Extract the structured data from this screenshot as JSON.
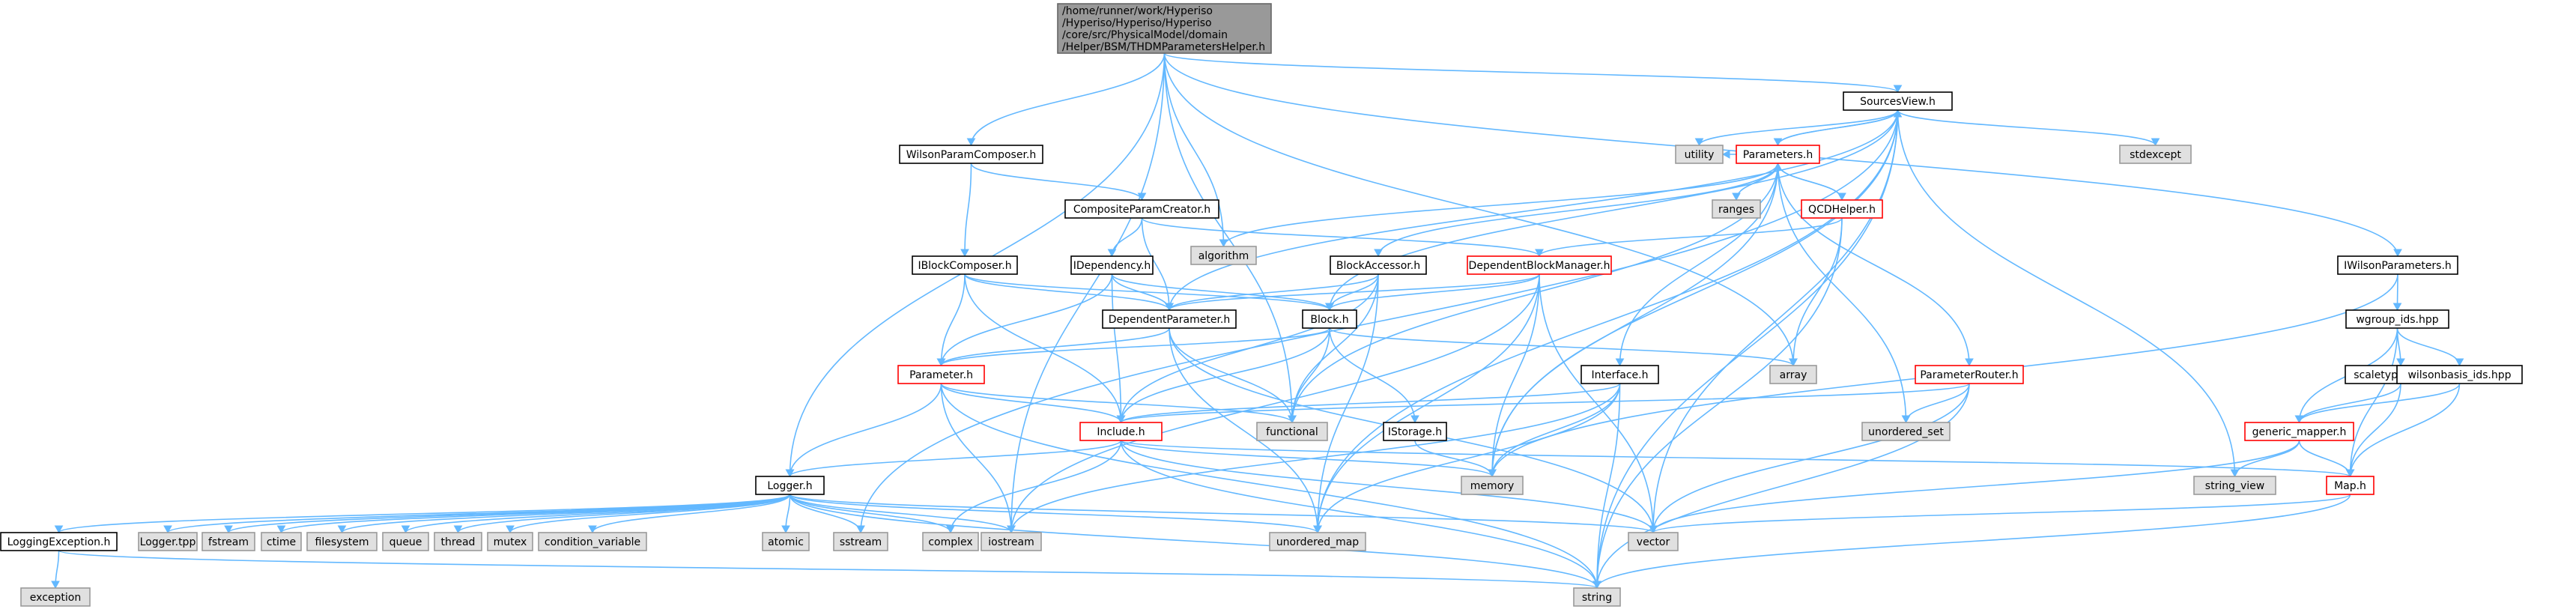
{
  "colors": {
    "edge": "#63b8ff",
    "normal_fill": "#ffffff",
    "normal_stroke": "#000000",
    "system_fill": "#e0e0e0",
    "system_stroke": "#999999",
    "linked_stroke": "#ff0000",
    "root_fill": "#999999",
    "root_stroke": "#666666"
  },
  "nodes": [
    {
      "id": "root",
      "kind": "root",
      "lines": [
        "/home/runner/work/Hyperiso",
        "/Hyperiso/Hyperiso/Hyperiso",
        "/core/src/PhysicalModel/domain",
        "/Helper/BSM/THDMParametersHelper.h"
      ]
    },
    {
      "id": "sourcesview",
      "kind": "normal",
      "lines": [
        "SourcesView.h"
      ]
    },
    {
      "id": "utility",
      "kind": "system",
      "lines": [
        "utility"
      ]
    },
    {
      "id": "parameters",
      "kind": "linked",
      "lines": [
        "Parameters.h"
      ]
    },
    {
      "id": "stdexcept",
      "kind": "system",
      "lines": [
        "stdexcept"
      ]
    },
    {
      "id": "wilsonparamcomposer",
      "kind": "normal",
      "lines": [
        "WilsonParamComposer.h"
      ]
    },
    {
      "id": "compositeparamcreator",
      "kind": "normal",
      "lines": [
        "CompositeParamCreator.h"
      ]
    },
    {
      "id": "algorithm",
      "kind": "system",
      "lines": [
        "algorithm"
      ]
    },
    {
      "id": "ranges",
      "kind": "system",
      "lines": [
        "ranges"
      ]
    },
    {
      "id": "qcdhelper",
      "kind": "linked",
      "lines": [
        "QCDHelper.h"
      ]
    },
    {
      "id": "iblockcomposer",
      "kind": "normal",
      "lines": [
        "IBlockComposer.h"
      ]
    },
    {
      "id": "idependency",
      "kind": "normal",
      "lines": [
        "IDependency.h"
      ]
    },
    {
      "id": "blockaccessor",
      "kind": "normal",
      "lines": [
        "BlockAccessor.h"
      ]
    },
    {
      "id": "dependentblockmanager",
      "kind": "linked",
      "lines": [
        "DependentBlockManager.h"
      ]
    },
    {
      "id": "iwilsonparameters",
      "kind": "normal",
      "lines": [
        "IWilsonParameters.h"
      ]
    },
    {
      "id": "dependentparameter",
      "kind": "normal",
      "lines": [
        "DependentParameter.h"
      ]
    },
    {
      "id": "block",
      "kind": "normal",
      "lines": [
        "Block.h"
      ]
    },
    {
      "id": "wgroup",
      "kind": "normal",
      "lines": [
        "wgroup_ids.hpp"
      ]
    },
    {
      "id": "array",
      "kind": "system",
      "lines": [
        "array"
      ]
    },
    {
      "id": "parameter",
      "kind": "linked",
      "lines": [
        "Parameter.h"
      ]
    },
    {
      "id": "interface",
      "kind": "normal",
      "lines": [
        "Interface.h"
      ]
    },
    {
      "id": "parameterrouter",
      "kind": "linked",
      "lines": [
        "ParameterRouter.h"
      ]
    },
    {
      "id": "scaletype",
      "kind": "normal",
      "lines": [
        "scaletype_ids.hpp"
      ]
    },
    {
      "id": "wilsonbasis",
      "kind": "normal",
      "lines": [
        "wilsonbasis_ids.hpp"
      ]
    },
    {
      "id": "include",
      "kind": "linked",
      "lines": [
        "Include.h"
      ]
    },
    {
      "id": "functional",
      "kind": "system",
      "lines": [
        "functional"
      ]
    },
    {
      "id": "istorage",
      "kind": "normal",
      "lines": [
        "IStorage.h"
      ]
    },
    {
      "id": "unordered_set",
      "kind": "system",
      "lines": [
        "unordered_set"
      ]
    },
    {
      "id": "generic_mapper",
      "kind": "linked",
      "lines": [
        "generic_mapper.h"
      ]
    },
    {
      "id": "logger",
      "kind": "normal",
      "lines": [
        "Logger.h"
      ]
    },
    {
      "id": "memory",
      "kind": "system",
      "lines": [
        "memory"
      ]
    },
    {
      "id": "string_view",
      "kind": "system",
      "lines": [
        "string_view"
      ]
    },
    {
      "id": "map",
      "kind": "linked",
      "lines": [
        "Map.h"
      ]
    },
    {
      "id": "loggingexception",
      "kind": "normal",
      "lines": [
        "LoggingException.h"
      ]
    },
    {
      "id": "loggertpp",
      "kind": "system",
      "lines": [
        "Logger.tpp"
      ]
    },
    {
      "id": "fstream",
      "kind": "system",
      "lines": [
        "fstream"
      ]
    },
    {
      "id": "ctime",
      "kind": "system",
      "lines": [
        "ctime"
      ]
    },
    {
      "id": "filesystem",
      "kind": "system",
      "lines": [
        "filesystem"
      ]
    },
    {
      "id": "queue",
      "kind": "system",
      "lines": [
        "queue"
      ]
    },
    {
      "id": "thread",
      "kind": "system",
      "lines": [
        "thread"
      ]
    },
    {
      "id": "mutex",
      "kind": "system",
      "lines": [
        "mutex"
      ]
    },
    {
      "id": "condition_variable",
      "kind": "system",
      "lines": [
        "condition_variable"
      ]
    },
    {
      "id": "atomic",
      "kind": "system",
      "lines": [
        "atomic"
      ]
    },
    {
      "id": "sstream",
      "kind": "system",
      "lines": [
        "sstream"
      ]
    },
    {
      "id": "complex",
      "kind": "system",
      "lines": [
        "complex"
      ]
    },
    {
      "id": "iostream",
      "kind": "system",
      "lines": [
        "iostream"
      ]
    },
    {
      "id": "unordered_map",
      "kind": "system",
      "lines": [
        "unordered_map"
      ]
    },
    {
      "id": "vector",
      "kind": "system",
      "lines": [
        "vector"
      ]
    },
    {
      "id": "exception",
      "kind": "system",
      "lines": [
        "exception"
      ]
    },
    {
      "id": "string",
      "kind": "system",
      "lines": [
        "string"
      ]
    }
  ],
  "edges": [
    [
      "root",
      "sourcesview"
    ],
    [
      "root",
      "wilsonparamcomposer"
    ],
    [
      "root",
      "algorithm"
    ],
    [
      "root",
      "iwilsonparameters"
    ],
    [
      "root",
      "logger"
    ],
    [
      "root",
      "iostream"
    ],
    [
      "root",
      "functional"
    ],
    [
      "root",
      "array"
    ],
    [
      "sourcesview",
      "utility"
    ],
    [
      "sourcesview",
      "parameters"
    ],
    [
      "sourcesview",
      "stdexcept"
    ],
    [
      "sourcesview",
      "dependentparameter"
    ],
    [
      "sourcesview",
      "block"
    ],
    [
      "sourcesview",
      "sstream"
    ],
    [
      "sourcesview",
      "string"
    ],
    [
      "sourcesview",
      "vector"
    ],
    [
      "sourcesview",
      "unordered_map"
    ],
    [
      "sourcesview",
      "memory"
    ],
    [
      "sourcesview",
      "string_view"
    ],
    [
      "parameters",
      "sourcesview"
    ],
    [
      "parameters",
      "utility"
    ],
    [
      "parameters",
      "algorithm"
    ],
    [
      "parameters",
      "ranges"
    ],
    [
      "parameters",
      "qcdhelper"
    ],
    [
      "parameters",
      "blockaccessor"
    ],
    [
      "parameters",
      "interface"
    ],
    [
      "parameters",
      "parameterrouter"
    ],
    [
      "parameters",
      "unordered_set"
    ],
    [
      "parameters",
      "memory"
    ],
    [
      "parameters",
      "functional"
    ],
    [
      "qcdhelper",
      "parameters"
    ],
    [
      "qcdhelper",
      "dependentblockmanager"
    ],
    [
      "qcdhelper",
      "array"
    ],
    [
      "qcdhelper",
      "string"
    ],
    [
      "wilsonparamcomposer",
      "compositeparamcreator"
    ],
    [
      "wilsonparamcomposer",
      "iblockcomposer"
    ],
    [
      "compositeparamcreator",
      "idependency"
    ],
    [
      "compositeparamcreator",
      "dependentblockmanager"
    ],
    [
      "compositeparamcreator",
      "dependentparameter"
    ],
    [
      "iblockcomposer",
      "parameter"
    ],
    [
      "iblockcomposer",
      "dependentparameter"
    ],
    [
      "iblockcomposer",
      "block"
    ],
    [
      "iblockcomposer",
      "include"
    ],
    [
      "idependency",
      "dependentparameter"
    ],
    [
      "idependency",
      "parameter"
    ],
    [
      "idependency",
      "include"
    ],
    [
      "idependency",
      "block"
    ],
    [
      "blockaccessor",
      "dependentparameter"
    ],
    [
      "blockaccessor",
      "block"
    ],
    [
      "blockaccessor",
      "include"
    ],
    [
      "blockaccessor",
      "functional"
    ],
    [
      "blockaccessor",
      "unordered_map"
    ],
    [
      "dependentblockmanager",
      "block"
    ],
    [
      "dependentblockmanager",
      "dependentparameter"
    ],
    [
      "dependentblockmanager",
      "memory"
    ],
    [
      "dependentblockmanager",
      "unordered_map"
    ],
    [
      "dependentblockmanager",
      "vector"
    ],
    [
      "dependentblockmanager",
      "iostream"
    ],
    [
      "dependentparameter",
      "parameter"
    ],
    [
      "dependentparameter",
      "functional"
    ],
    [
      "dependentparameter",
      "vector"
    ],
    [
      "dependentparameter",
      "unordered_map"
    ],
    [
      "block",
      "parameter"
    ],
    [
      "block",
      "array"
    ],
    [
      "block",
      "functional"
    ],
    [
      "block",
      "istorage"
    ],
    [
      "block",
      "include"
    ],
    [
      "iwilsonparameters",
      "wgroup"
    ],
    [
      "iwilsonparameters",
      "memory"
    ],
    [
      "wgroup",
      "scaletype"
    ],
    [
      "wgroup",
      "wilsonbasis"
    ],
    [
      "wgroup",
      "generic_mapper"
    ],
    [
      "wgroup",
      "map"
    ],
    [
      "parameter",
      "include"
    ],
    [
      "parameter",
      "logger"
    ],
    [
      "parameter",
      "functional"
    ],
    [
      "parameter",
      "iostream"
    ],
    [
      "parameter",
      "string"
    ],
    [
      "interface",
      "include"
    ],
    [
      "interface",
      "memory"
    ],
    [
      "interface",
      "string"
    ],
    [
      "interface",
      "unordered_map"
    ],
    [
      "interface",
      "iostream"
    ],
    [
      "parameterrouter",
      "include"
    ],
    [
      "parameterrouter",
      "unordered_set"
    ],
    [
      "parameterrouter",
      "vector"
    ],
    [
      "parameterrouter",
      "string"
    ],
    [
      "scaletype",
      "generic_mapper"
    ],
    [
      "scaletype",
      "map"
    ],
    [
      "wilsonbasis",
      "generic_mapper"
    ],
    [
      "wilsonbasis",
      "map"
    ],
    [
      "include",
      "logger"
    ],
    [
      "include",
      "memory"
    ],
    [
      "include",
      "map"
    ],
    [
      "include",
      "complex"
    ],
    [
      "include",
      "string"
    ],
    [
      "include",
      "vector"
    ],
    [
      "istorage",
      "memory"
    ],
    [
      "generic_mapper",
      "map"
    ],
    [
      "generic_mapper",
      "string_view"
    ],
    [
      "generic_mapper",
      "vector"
    ],
    [
      "map",
      "string"
    ],
    [
      "map",
      "vector"
    ],
    [
      "logger",
      "loggingexception"
    ],
    [
      "logger",
      "loggertpp"
    ],
    [
      "logger",
      "fstream"
    ],
    [
      "logger",
      "ctime"
    ],
    [
      "logger",
      "filesystem"
    ],
    [
      "logger",
      "queue"
    ],
    [
      "logger",
      "thread"
    ],
    [
      "logger",
      "mutex"
    ],
    [
      "logger",
      "condition_variable"
    ],
    [
      "logger",
      "atomic"
    ],
    [
      "logger",
      "sstream"
    ],
    [
      "logger",
      "complex"
    ],
    [
      "logger",
      "iostream"
    ],
    [
      "logger",
      "unordered_map"
    ],
    [
      "logger",
      "vector"
    ],
    [
      "logger",
      "string"
    ],
    [
      "loggingexception",
      "exception"
    ],
    [
      "loggingexception",
      "string"
    ]
  ]
}
